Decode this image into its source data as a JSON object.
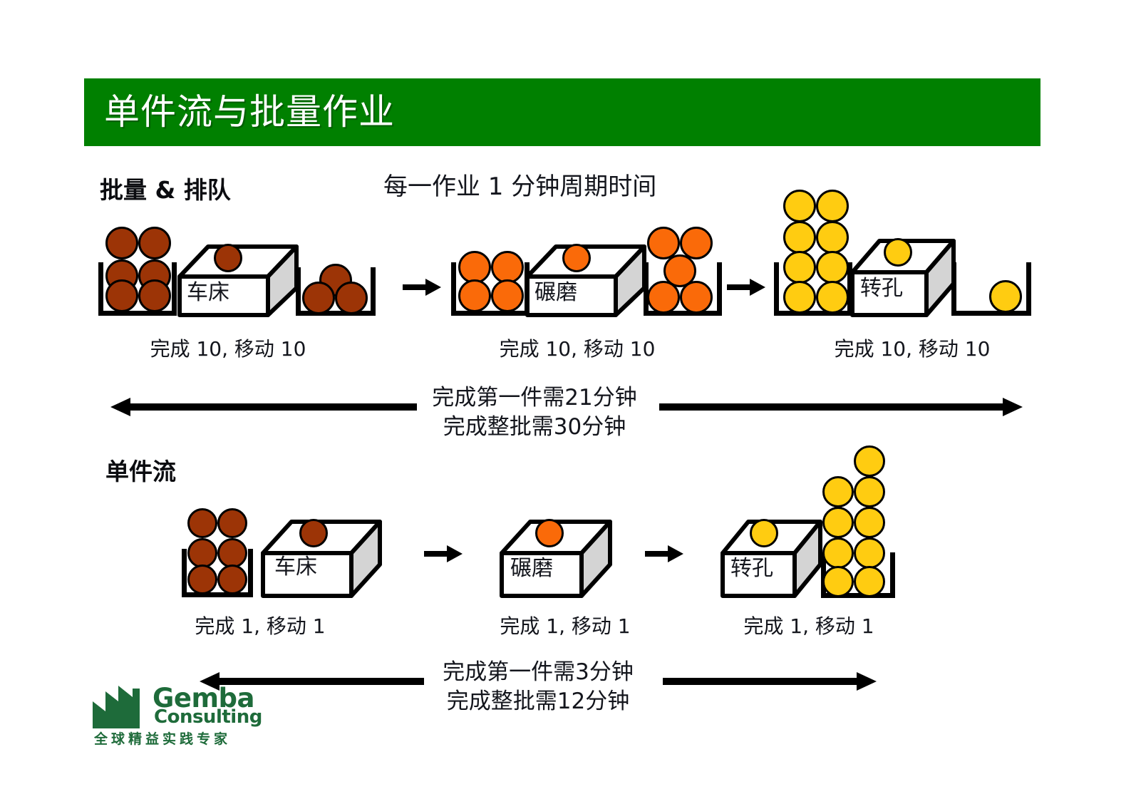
{
  "header": {
    "title": "单件流与批量作业",
    "bar_color": "#008000",
    "title_color": "#FFFFFF"
  },
  "cycle_note": "每一作业 1 分钟周期时间",
  "sections": [
    {
      "heading": "批量 & 排队",
      "timeline": {
        "line1": "完成第一件需21分钟",
        "line2": "完成整批需30分钟"
      },
      "stations": [
        {
          "name": "车床",
          "caption": "完成 10, 移动 10",
          "ball_color": "#9C3406",
          "input_balls": 6,
          "machine_ball": 1,
          "output_balls": 3
        },
        {
          "name": "碾磨",
          "caption": "完成 10, 移动 10",
          "ball_color": "#FA6A09",
          "input_balls": 4,
          "machine_ball": 1,
          "output_balls": 5
        },
        {
          "name": "转孔",
          "caption": "完成 10, 移动 10",
          "ball_color": "#FFCC11",
          "input_balls": 8,
          "machine_ball": 1,
          "output_balls": 1
        }
      ]
    },
    {
      "heading": "单件流",
      "timeline": {
        "line1": "完成第一件需3分钟",
        "line2": "完成整批需12分钟"
      },
      "stations": [
        {
          "name": "车床",
          "caption": "完成 1, 移动 1",
          "ball_color": "#9C3406",
          "input_balls": 6,
          "machine_ball": 1,
          "output_balls": 0
        },
        {
          "name": "碾磨",
          "caption": "完成 1, 移动 1",
          "ball_color": "#FA6A09",
          "input_balls": 0,
          "machine_ball": 1,
          "output_balls": 0
        },
        {
          "name": "转孔",
          "caption": "完成 1, 移动 1",
          "ball_color": "#FFCC11",
          "input_balls": 0,
          "machine_ball": 1,
          "output_balls": 9
        }
      ]
    }
  ],
  "logo": {
    "word_top": "Gemba",
    "word_bottom": "Consulting",
    "tagline": "全球精益实践专家",
    "color": "#1E6B3A"
  }
}
